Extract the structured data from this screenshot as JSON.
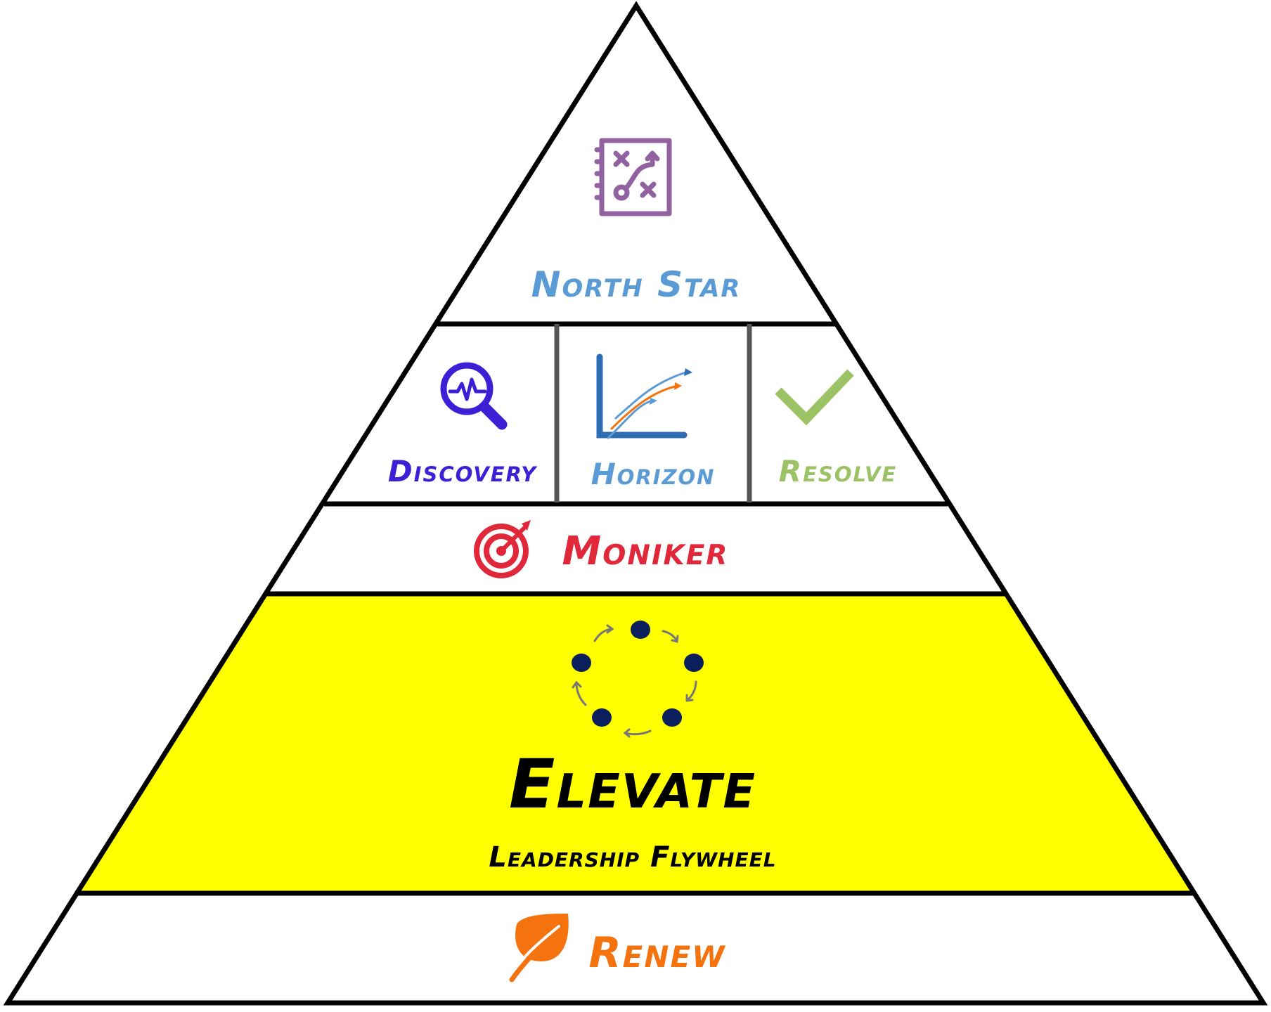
{
  "pyramid": {
    "tiers": {
      "north_star": {
        "label": "North Star",
        "icon": "strategy-playbook-icon",
        "color": "#5b9bd5",
        "icon_color": "#9063a0"
      },
      "discovery": {
        "label": "Discovery",
        "icon": "magnifier-pulse-icon",
        "color": "#3d1fd6"
      },
      "horizon": {
        "label": "Horizon",
        "icon": "growth-chart-icon",
        "color": "#5b9bd5"
      },
      "resolve": {
        "label": "Resolve",
        "icon": "checkmark-icon",
        "color": "#9bc265"
      },
      "moniker": {
        "label": "Moniker",
        "icon": "target-icon",
        "color": "#e0283a"
      },
      "elevate": {
        "label": "Elevate",
        "sublabel": "Leadership Flywheel",
        "icon": "flywheel-icon",
        "color": "#000000",
        "fill": "#ffff00",
        "dot_color": "#0b1f5c"
      },
      "renew": {
        "label": "Renew",
        "icon": "leaf-icon",
        "color": "#f5730f"
      }
    },
    "outline_color": "#000000",
    "divider_color": "#555555"
  }
}
